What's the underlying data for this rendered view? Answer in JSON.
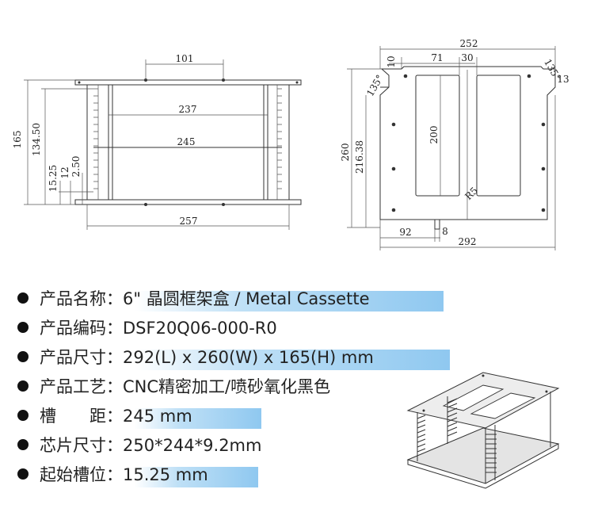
{
  "front_view": {
    "dim_101": "101",
    "dim_237": "237",
    "dim_245": "245",
    "dim_257": "257",
    "dim_165": "165",
    "dim_134_50": "134.50",
    "dim_15_25": "15.25",
    "dim_12": "12",
    "dim_2_50": "2.50"
  },
  "top_view": {
    "dim_252": "252",
    "dim_10": "10",
    "dim_71": "71",
    "dim_30": "30",
    "dim_135_left": "135°",
    "dim_135_right": "135°",
    "dim_13": "13",
    "dim_200": "200",
    "dim_260": "260",
    "dim_216_38": "216.38",
    "dim_r5": "R5",
    "dim_92": "92",
    "dim_8": "8",
    "dim_292": "292"
  },
  "specs": [
    {
      "text": "产品名称：6\" 晶圆框架盒 / Metal Cassette"
    },
    {
      "text": "产品编码：DSF20Q06-000-R0"
    },
    {
      "text": "产品尺寸：292(L) x 260(W) x 165(H) mm"
    },
    {
      "text": "产品工艺：CNC精密加工/喷砂氧化黑色"
    },
    {
      "text": "槽　　距：245 mm"
    },
    {
      "text": "芯片尺寸：250*244*9.2mm"
    },
    {
      "text": "起始槽位：15.25 mm"
    }
  ]
}
